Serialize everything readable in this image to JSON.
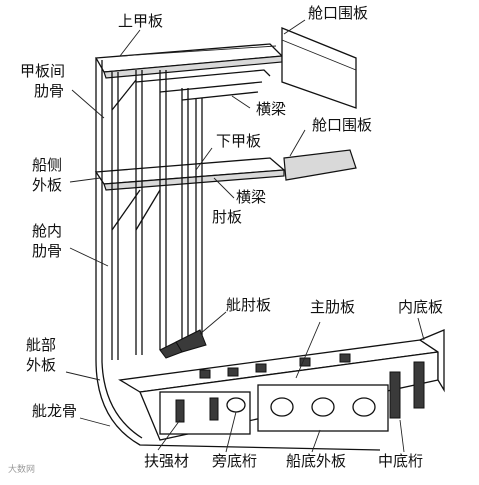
{
  "labels": {
    "upper_deck": "上甲板",
    "hatch_coaming_top": "舱口围板",
    "deck_frame": "甲板间\n肋骨",
    "beam_top": "横梁",
    "hatch_coaming_mid": "舱口围板",
    "lower_deck": "下甲板",
    "side_shell": "船侧\n外板",
    "beam_mid": "横梁",
    "bracket": "肘板",
    "hold_frame": "舱内\n肋骨",
    "bilge_bracket": "舭肘板",
    "main_frame": "主肋板",
    "inner_bottom": "内底板",
    "bilge_shell": "舭部\n外板",
    "keel": "舭龙骨",
    "stiffener": "扶强材",
    "side_girder": "旁底桁",
    "bottom_shell": "船底外板",
    "center_girder": "中底桁"
  },
  "watermark": "大数网"
}
